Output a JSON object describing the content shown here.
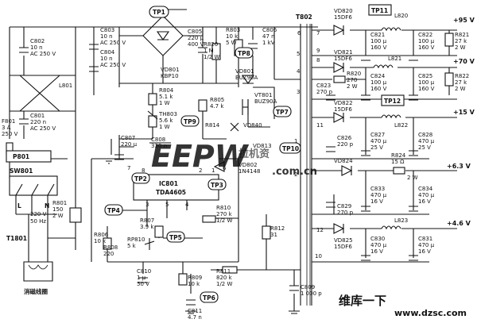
{
  "test_points": [
    "TP1",
    "TP2",
    "TP3",
    "TP4",
    "TP5",
    "TP6",
    "TP7",
    "TP8",
    "TP9",
    "TP10",
    "TP11",
    "TP12"
  ],
  "connectors": {
    "p801": "P801",
    "sw801": "SW801",
    "t1801": "T1801"
  },
  "mains": {
    "line": "L",
    "neutral": "N",
    "spec1": "220 V",
    "spec2": "50 Hz"
  },
  "degauss_label": "消磁线圈",
  "ic": {
    "ref": "IC801",
    "part": "TDA4605"
  },
  "pins": [
    "1",
    "2",
    "3",
    "4",
    "5",
    "6",
    "7",
    "8"
  ],
  "transformer": {
    "ref": "T802",
    "pins": [
      "1",
      "2",
      "3",
      "4",
      "5",
      "6",
      "7",
      "8",
      "9",
      "10",
      "11",
      "12"
    ]
  },
  "rails": [
    "+95 V",
    "+70 V",
    "+15 V",
    "+6.3 V",
    "+4.6 V"
  ],
  "components": {
    "F801": [
      "F801",
      "3 A",
      "250 V"
    ],
    "C802": [
      "C802",
      "10 n",
      "AC 250 V"
    ],
    "C801": [
      "C801",
      "220 n",
      "AC 250 V"
    ],
    "L801": [
      "L801"
    ],
    "R801": [
      "R801",
      "150",
      "2 W"
    ],
    "C803": [
      "C803",
      "10 n",
      "AC 250 V"
    ],
    "C804": [
      "C804",
      "10 n",
      "AC 250 V"
    ],
    "VD801": [
      "VD801",
      "KBP10"
    ],
    "C805": [
      "C805",
      "220 μ",
      "400 V"
    ],
    "R820": [
      "R820",
      "1 M",
      "1/2 W"
    ],
    "R803": [
      "R803",
      "10 k",
      "5 W"
    ],
    "C806": [
      "C806",
      "47 n",
      "1 kV"
    ],
    "VD801b": [
      "VD801",
      "BUZ90A"
    ],
    "VT801": [
      "VT801",
      "BUZ90A"
    ],
    "R804": [
      "R804",
      "5.1 k",
      "1 W"
    ],
    "TH803": [
      "TH803",
      "5.6 k",
      "1 W"
    ],
    "R805": [
      "R805",
      "4.7 k"
    ],
    "R814": [
      "R814"
    ],
    "VD840": [
      "VD840"
    ],
    "VD813": [
      "VD813"
    ],
    "VD802": [
      "VD802",
      "1N4148"
    ],
    "C807": [
      "C807",
      "220 μ"
    ],
    "C808": [
      "C808",
      "330 n"
    ],
    "R807": [
      "R807",
      "3.9 k"
    ],
    "R806": [
      "R806",
      "10 k"
    ],
    "R808": [
      "R808",
      "220"
    ],
    "RP810": [
      "RP810",
      "5 k"
    ],
    "R810": [
      "R810",
      "270 k",
      "1/2 W"
    ],
    "R812": [
      "R812",
      "31"
    ],
    "C810": [
      "C810",
      "1 μ",
      "50 V"
    ],
    "R809": [
      "R809",
      "10 k"
    ],
    "C811": [
      "C811",
      "4.7 n"
    ],
    "R811": [
      "R811",
      "820 k",
      "1/2 W"
    ],
    "C809": [
      "C809",
      "1 000 p"
    ],
    "VD820": [
      "VD820",
      "15DF6"
    ],
    "L820": [
      "L820"
    ],
    "C821": [
      "C821",
      "100 μ",
      "160 V"
    ],
    "C822": [
      "C822",
      "100 μ",
      "160 V"
    ],
    "R821": [
      "R821",
      "27 k",
      "2 W"
    ],
    "VD821": [
      "VD821",
      "15DF6"
    ],
    "L821": [
      "L821"
    ],
    "R820b": [
      "R820",
      "270",
      "2 W"
    ],
    "C823": [
      "C823",
      "270 p"
    ],
    "C824": [
      "C824",
      "100 μ",
      "160 V"
    ],
    "C825": [
      "C825",
      "100 μ",
      "160 V"
    ],
    "R822": [
      "R822",
      "27 k",
      "2 W"
    ],
    "VD822": [
      "VD822",
      "15DF6"
    ],
    "L822": [
      "L822"
    ],
    "C826": [
      "C826",
      "220 p"
    ],
    "C827": [
      "C827",
      "470 μ",
      "25 V"
    ],
    "C828": [
      "C828",
      "470 μ",
      "25 V"
    ],
    "VD824": [
      "VD824"
    ],
    "R824": [
      "R824",
      "15 Ω",
      "2 W"
    ],
    "C833": [
      "C833",
      "470 μ",
      "16 V"
    ],
    "C834": [
      "C834",
      "470 μ",
      "16 V"
    ],
    "C829": [
      "C829",
      "270 p"
    ],
    "VD825": [
      "VD825",
      "15DF6"
    ],
    "L823": [
      "L823"
    ],
    "C830": [
      "C830",
      "470 μ",
      "16 V"
    ],
    "C831": [
      "C831",
      "470 μ",
      "16 V"
    ]
  },
  "watermark": {
    "main": "EEPW",
    "url": "www.dzsc.com",
    "cn1": "维库一下",
    "cn2": "拉机资",
    "site": ".com.cn"
  }
}
